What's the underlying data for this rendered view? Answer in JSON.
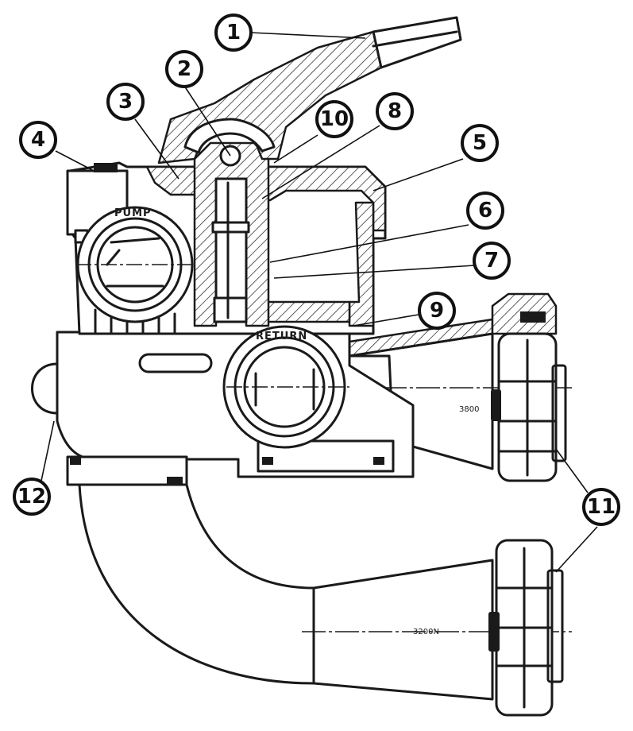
{
  "labels": {
    "pump": "PUMP",
    "return": "RETURN",
    "dim_top": "3800",
    "dim_bottom": "3200N"
  },
  "callouts": [
    {
      "id": "c1",
      "text": "1"
    },
    {
      "id": "c2",
      "text": "2"
    },
    {
      "id": "c3",
      "text": "3"
    },
    {
      "id": "c4",
      "text": "4"
    },
    {
      "id": "c10",
      "text": "10"
    },
    {
      "id": "c8",
      "text": "8"
    },
    {
      "id": "c5",
      "text": "5"
    },
    {
      "id": "c6",
      "text": "6"
    },
    {
      "id": "c7",
      "text": "7"
    },
    {
      "id": "c9",
      "text": "9"
    },
    {
      "id": "c12",
      "text": "12"
    },
    {
      "id": "c11",
      "text": "11"
    }
  ],
  "colors": {
    "ink": "#1a1a1a",
    "background": "#ffffff"
  }
}
